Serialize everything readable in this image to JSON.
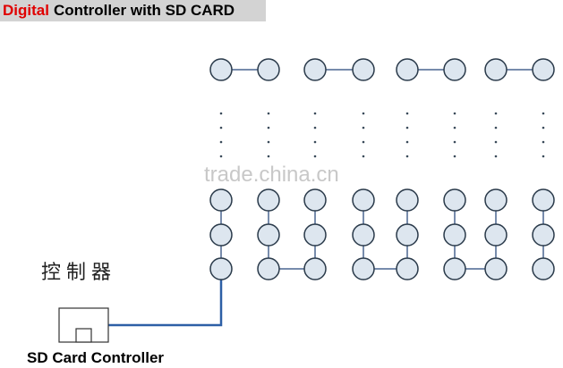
{
  "title": {
    "accent_word": "Digital",
    "rest": "Controller with SD CARD",
    "accent_color": "#e00000",
    "background": "#d3d3d3"
  },
  "watermark": "trade.china.cn",
  "controller_label_cn": "控制器",
  "controller_label_en": "SD Card Controller",
  "colors": {
    "node_fill": "#dde6ef",
    "node_stroke": "#2a3a4a",
    "wire": "#4a6590",
    "cable": "#2d5fa6",
    "dots": "#3a4a5a"
  }
}
